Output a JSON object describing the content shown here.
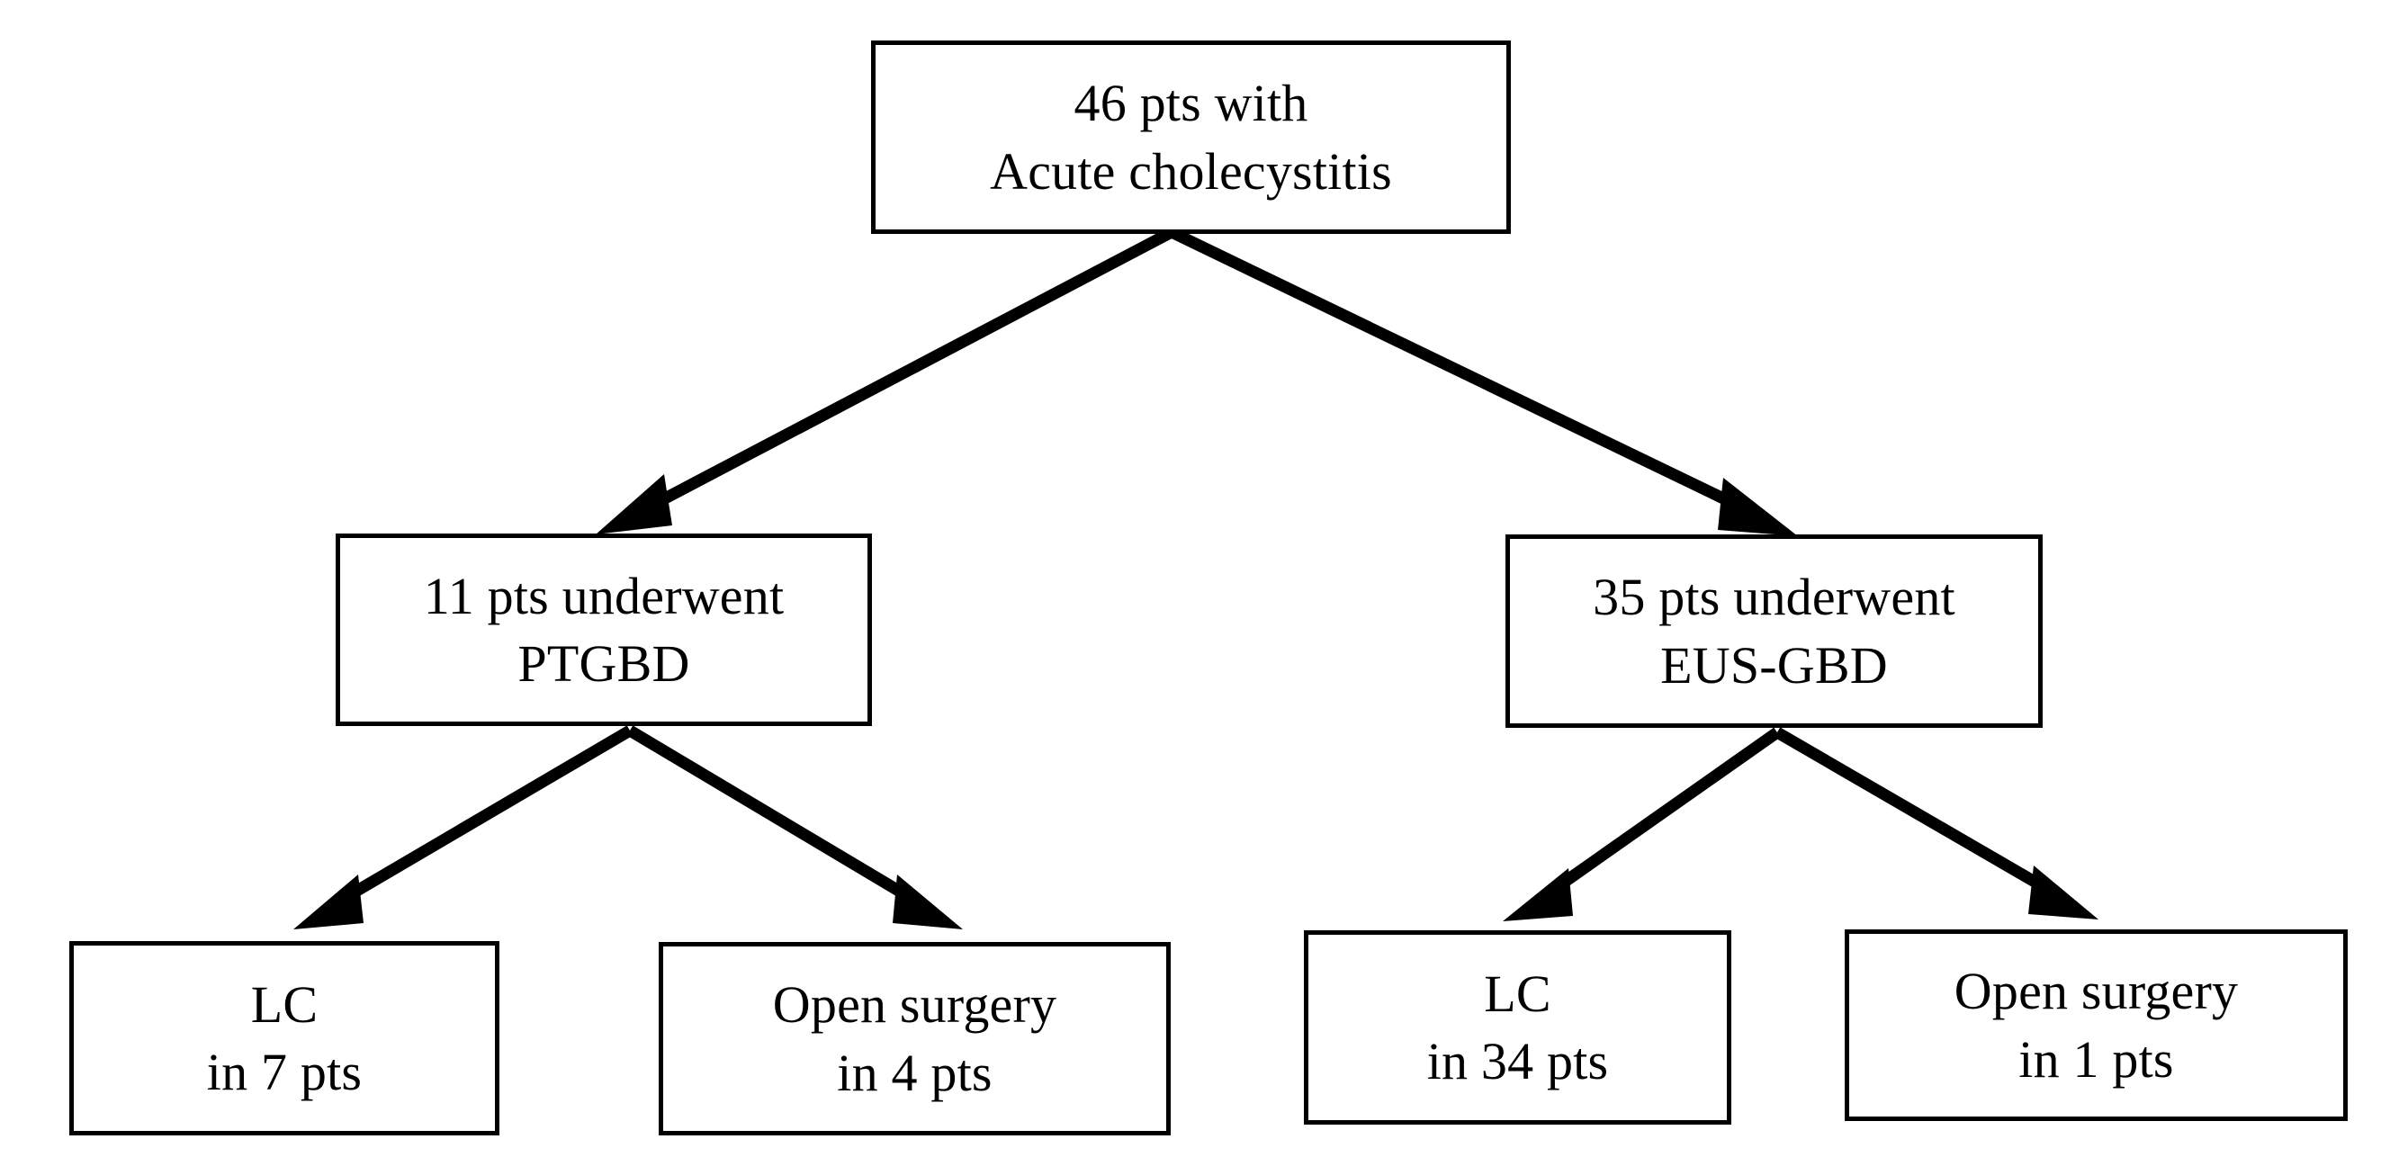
{
  "figure": {
    "type": "flowchart",
    "orientation": "top-down",
    "background_color": "#ffffff",
    "stroke_color": "#000000",
    "text_color": "#000000"
  },
  "nodes": {
    "root": {
      "id": "root",
      "line1": "46 pts with",
      "line2": "Acute cholecystitis",
      "count": 46,
      "label": "46 pts with Acute cholecystitis"
    },
    "ptgbd": {
      "id": "ptgbd",
      "line1": "11 pts underwent",
      "line2": "PTGBD",
      "count": 11,
      "label": "11 pts underwent PTGBD"
    },
    "eusgbd": {
      "id": "eusgbd",
      "line1": "35 pts underwent",
      "line2": "EUS-GBD",
      "count": 35,
      "label": "35 pts underwent EUS-GBD"
    },
    "ptgbd_lc": {
      "id": "ptgbd-lc",
      "line1": "LC",
      "line2": "in 7 pts",
      "count": 7,
      "label": "LC in 7 pts"
    },
    "ptgbd_open": {
      "id": "ptgbd-open",
      "line1": "Open surgery",
      "line2": "in 4 pts",
      "count": 4,
      "label": "Open surgery in 4 pts"
    },
    "eusgbd_lc": {
      "id": "eusgbd-lc",
      "line1": "LC",
      "line2": "in 34 pts",
      "count": 34,
      "label": "LC in 34 pts"
    },
    "eusgbd_open": {
      "id": "eusgbd-open",
      "line1": "Open surgery",
      "line2": "in 1 pts",
      "count": 1,
      "label": "Open surgery in 1 pts"
    }
  },
  "edges": [
    {
      "from": "root",
      "to": "ptgbd",
      "arrow": "down-left"
    },
    {
      "from": "root",
      "to": "eusgbd",
      "arrow": "down-right"
    },
    {
      "from": "ptgbd",
      "to": "ptgbd_lc",
      "arrow": "down-left"
    },
    {
      "from": "ptgbd",
      "to": "ptgbd_open",
      "arrow": "down-right"
    },
    {
      "from": "eusgbd",
      "to": "eusgbd_lc",
      "arrow": "down-left"
    },
    {
      "from": "eusgbd",
      "to": "eusgbd_open",
      "arrow": "down-right"
    }
  ]
}
